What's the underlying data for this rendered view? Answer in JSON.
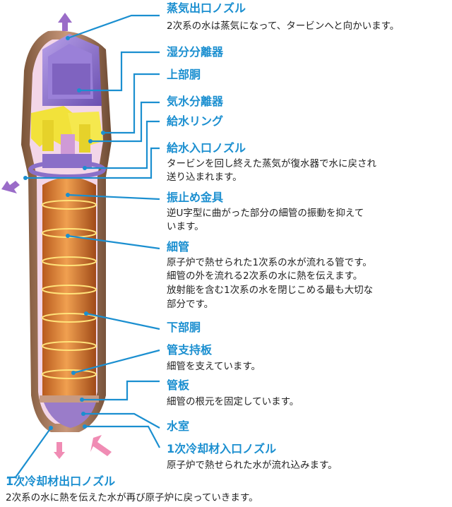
{
  "colors": {
    "leader": "#1b8fd0",
    "label": "#1b8fd0",
    "text": "#222222",
    "shell": "#b07a5a",
    "steam_dome": "#8a6fc8",
    "separator": "#f2e23a",
    "tube_bundle": "#d9822b",
    "tube_band": "#ffe27a",
    "inner_wall": "#f3d6e8",
    "water_chamber": "#9a7cc9",
    "arrow_purple": "#9a6cc8",
    "arrow_pink": "#f08cb4"
  },
  "parts": [
    {
      "id": "steam_outlet",
      "label": "蒸気出口ノズル",
      "desc": [
        "2次系の水は蒸気になって、タービンへと向かいます。"
      ]
    },
    {
      "id": "moisture_separator",
      "label": "湿分分離器",
      "desc": []
    },
    {
      "id": "upper_shell",
      "label": "上部胴",
      "desc": []
    },
    {
      "id": "steam_water_separator",
      "label": "気水分離器",
      "desc": []
    },
    {
      "id": "feedwater_ring",
      "label": "給水リング",
      "desc": []
    },
    {
      "id": "feedwater_inlet",
      "label": "給水入口ノズル",
      "desc": [
        "タービンを回し終えた蒸気が復水器で水に戻され",
        "送り込まれます。"
      ]
    },
    {
      "id": "anti_vibration_bar",
      "label": "振止め金具",
      "desc": [
        "逆U字型に曲がった部分の細管の振動を抑えて",
        "います。"
      ]
    },
    {
      "id": "heat_tubes",
      "label": "細管",
      "desc": [
        "原子炉で熱せられた1次系の水が流れる管です。",
        "細管の外を流れる2次系の水に熱を伝えます。",
        "放射能を含む1次系の水を閉じこめる最も大切な",
        "部分です。"
      ]
    },
    {
      "id": "lower_shell",
      "label": "下部胴",
      "desc": []
    },
    {
      "id": "tube_support_plate",
      "label": "管支持板",
      "desc": [
        "細管を支えています。"
      ]
    },
    {
      "id": "tube_sheet",
      "label": "管板",
      "desc": [
        "細管の根元を固定しています。"
      ]
    },
    {
      "id": "water_chamber",
      "label": "水室",
      "desc": []
    },
    {
      "id": "primary_inlet",
      "label": "1次冷却材入口ノズル",
      "desc": [
        "原子炉で熱せられた水が流れ込みます。"
      ]
    },
    {
      "id": "primary_outlet",
      "label": "1次冷却材出口ノズル",
      "desc": [
        "2次系の水に熱を伝えた水が再び原子炉に戻っていきます。"
      ]
    }
  ]
}
